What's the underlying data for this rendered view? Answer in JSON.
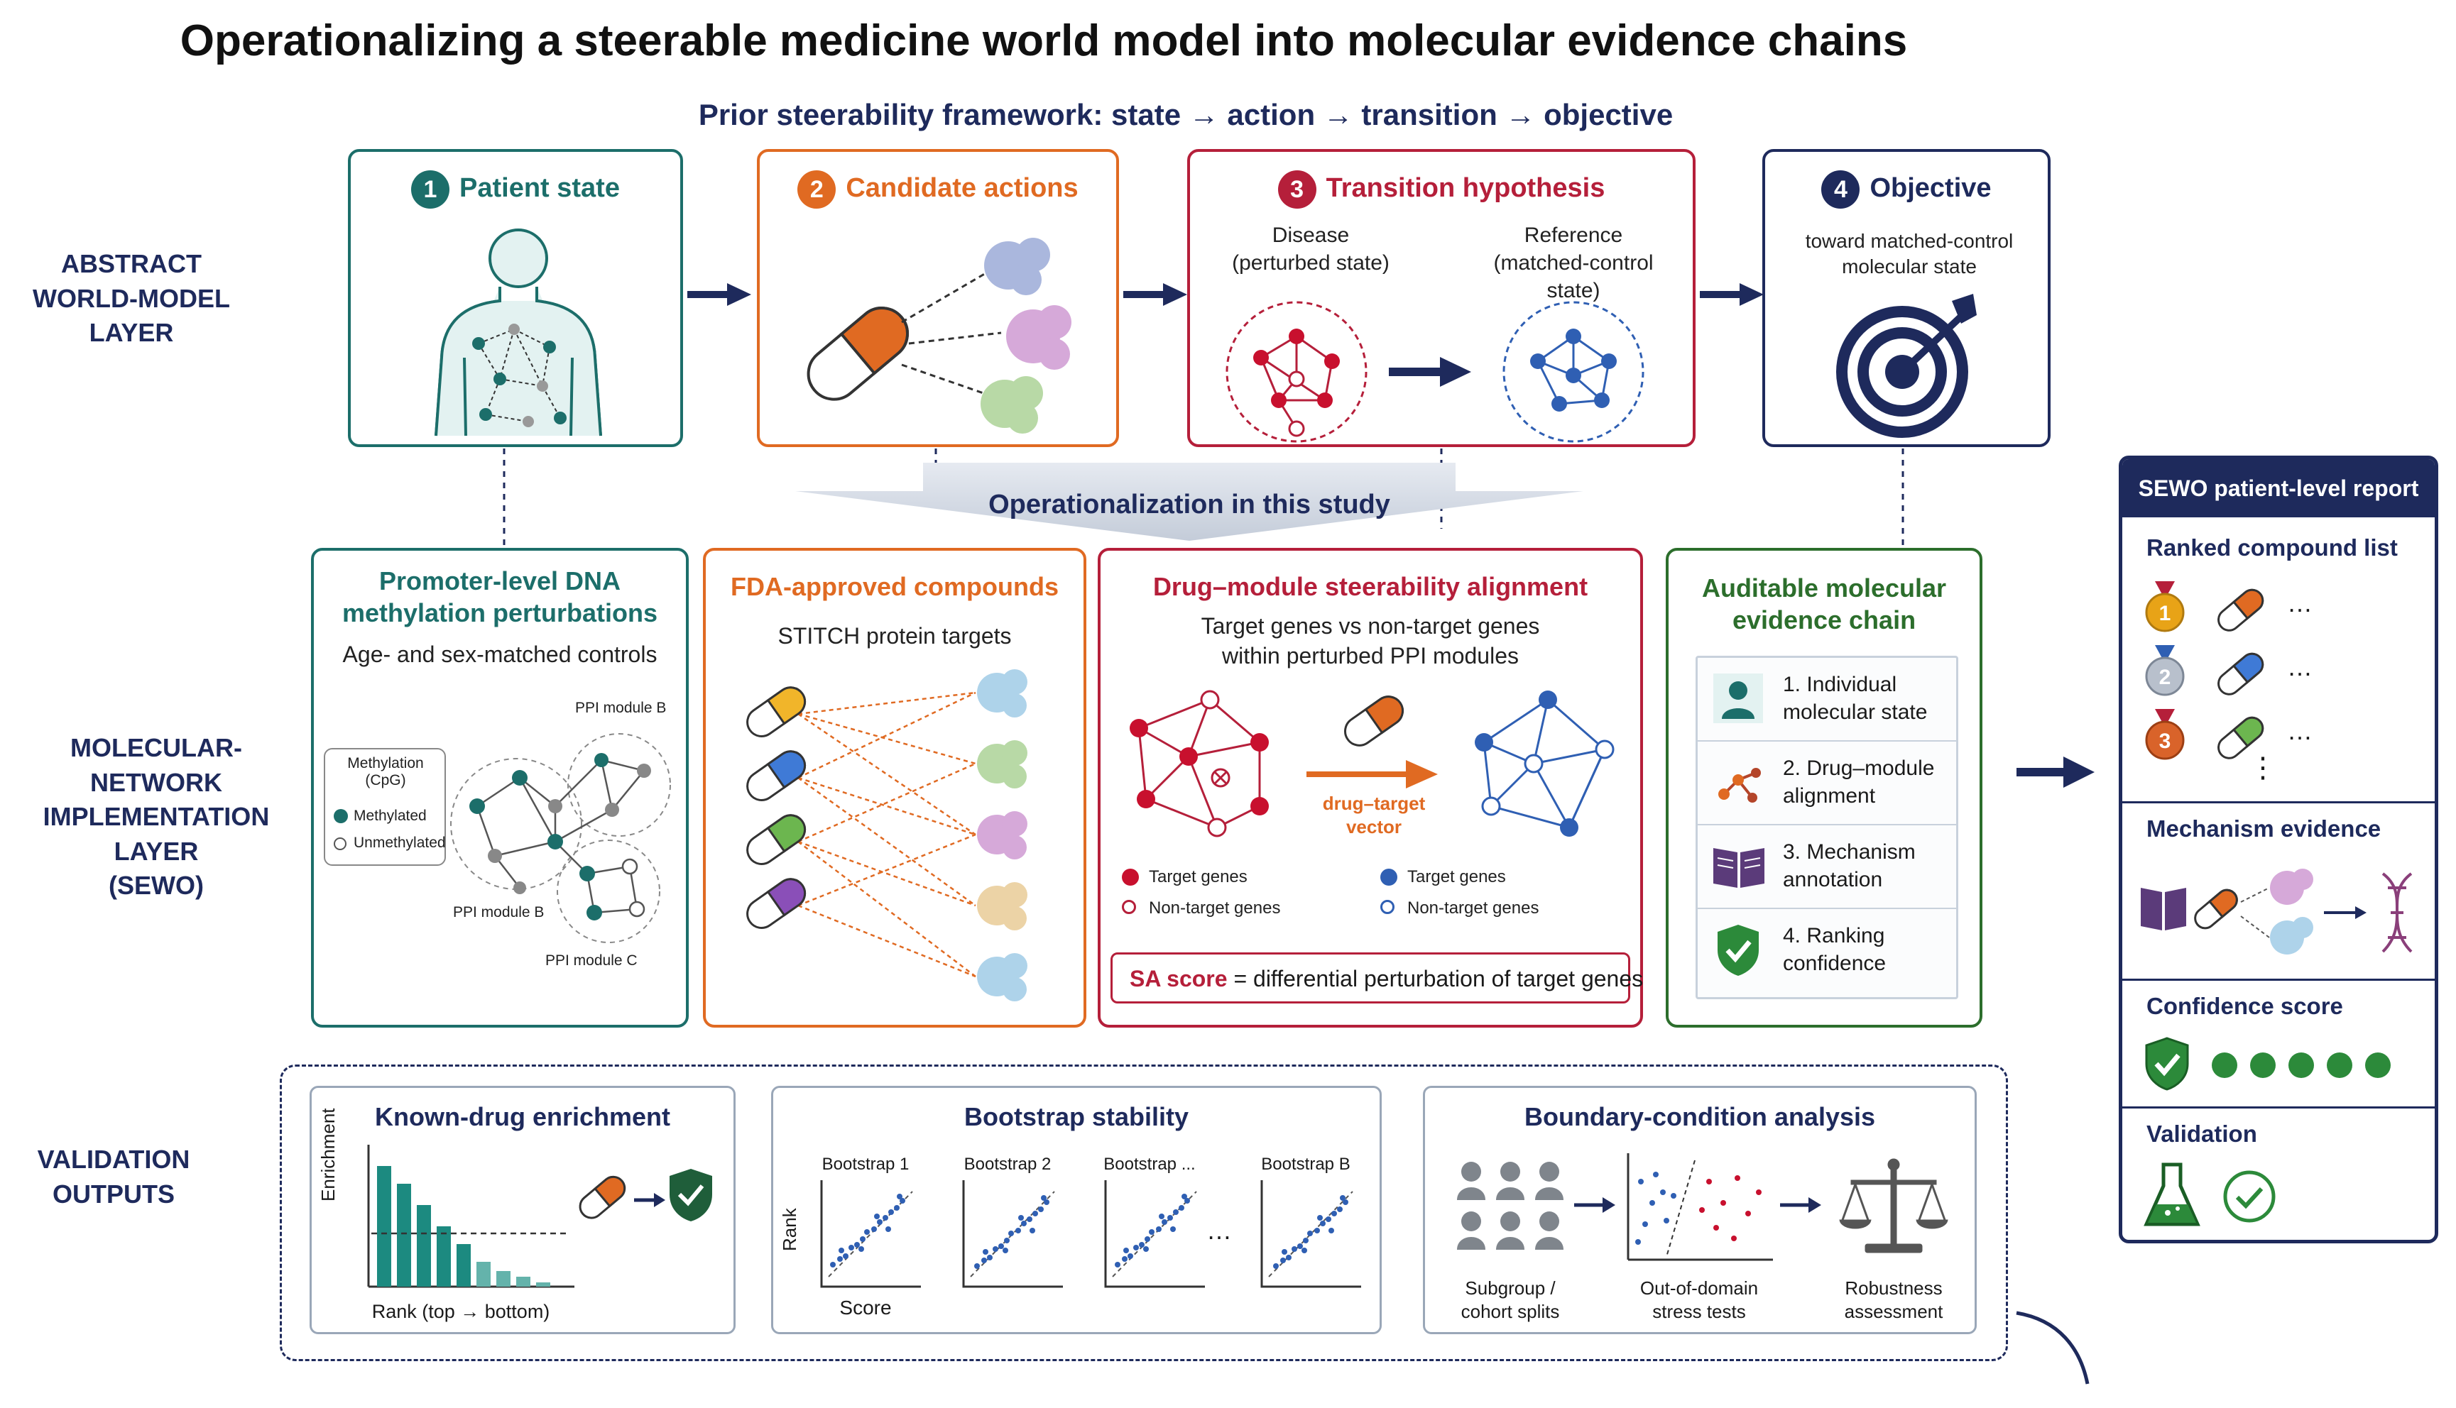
{
  "title": "Operationalizing a steerable medicine world model into molecular evidence chains",
  "subtitle": "Prior steerability framework: state → action → transition → objective",
  "layers": {
    "abstract": "ABSTRACT\nWORLD-MODEL\nLAYER",
    "molecular": "MOLECULAR-NETWORK\nIMPLEMENTATION LAYER\n(SEWO)",
    "validation": "VALIDATION\nOUTPUTS"
  },
  "abstract_layer": {
    "patient_state": {
      "number": "1",
      "title": "Patient state"
    },
    "candidate_actions": {
      "number": "2",
      "title": "Candidate actions"
    },
    "transition": {
      "number": "3",
      "title": "Transition hypothesis",
      "disease": "Disease\n(perturbed state)",
      "reference": "Reference\n(matched-control\nstate)"
    },
    "objective": {
      "number": "4",
      "title": "Objective",
      "text": "toward matched-control\nmolecular state"
    }
  },
  "operationalization_banner": "Operationalization in this study",
  "molecular_layer": {
    "methylation": {
      "title": "Promoter-level DNA\nmethylation perturbations",
      "subtitle": "Age- and sex-matched controls",
      "legend_title": "Methylation\n(CpG)",
      "legend_methylated": "Methylated",
      "legend_unmethylated": "Unmethylated",
      "module_b_top": "PPI module B",
      "module_b_bottom": "PPI module B",
      "module_c": "PPI module C"
    },
    "compounds": {
      "title": "FDA-approved compounds",
      "subtitle": "STITCH protein targets"
    },
    "alignment": {
      "title": "Drug–module steerability alignment",
      "subtitle": "Target genes vs non-target genes\nwithin perturbed PPI modules",
      "arrow_label": "drug–target\nvector",
      "legend_target_left": "Target genes",
      "legend_nontarget_left": "Non-target genes",
      "legend_target_right": "Target genes",
      "legend_nontarget_right": "Non-target genes",
      "score_label": "SA score",
      "score_text": "= differential perturbation of target genes"
    },
    "evidence_chain": {
      "title": "Auditable molecular\nevidence chain",
      "items": [
        {
          "label": "1. Individual\nmolecular state",
          "icon": "person-icon"
        },
        {
          "label": "2. Drug–module\nalignment",
          "icon": "network-icon"
        },
        {
          "label": "3. Mechanism\nannotation",
          "icon": "book-icon"
        },
        {
          "label": "4. Ranking\nconfidence",
          "icon": "shield-check-icon"
        }
      ]
    }
  },
  "report": {
    "header": "SEWO patient-level report",
    "ranked_title": "Ranked compound list",
    "rank_dots": "…",
    "rank_vdots": "⋮",
    "mechanism_title": "Mechanism evidence",
    "confidence_title": "Confidence score",
    "confidence_level": 5,
    "validation_title": "Validation"
  },
  "validation": {
    "known_drug": {
      "title": "Known-drug enrichment",
      "ylabel": "Enrichment",
      "xlabel": "Rank (top → bottom)"
    },
    "bootstrap": {
      "title": "Bootstrap stability",
      "ylabel": "Rank",
      "xlabel": "Score",
      "plots": [
        "Bootstrap 1",
        "Bootstrap 2",
        "Bootstrap ...",
        "Bootstrap B"
      ],
      "ellipsis": "…"
    },
    "boundary": {
      "title": "Boundary-condition analysis",
      "items": [
        "Subgroup /\ncohort splits",
        "Out-of-domain\nstress tests",
        "Robustness\nassessment"
      ]
    }
  },
  "colors": {
    "teal": "#1c6e6a",
    "orange": "#e06a22",
    "red": "#b51f3a",
    "navy": "#1e2a5c",
    "green": "#2c6e2c",
    "blue": "#2f5fb3"
  }
}
